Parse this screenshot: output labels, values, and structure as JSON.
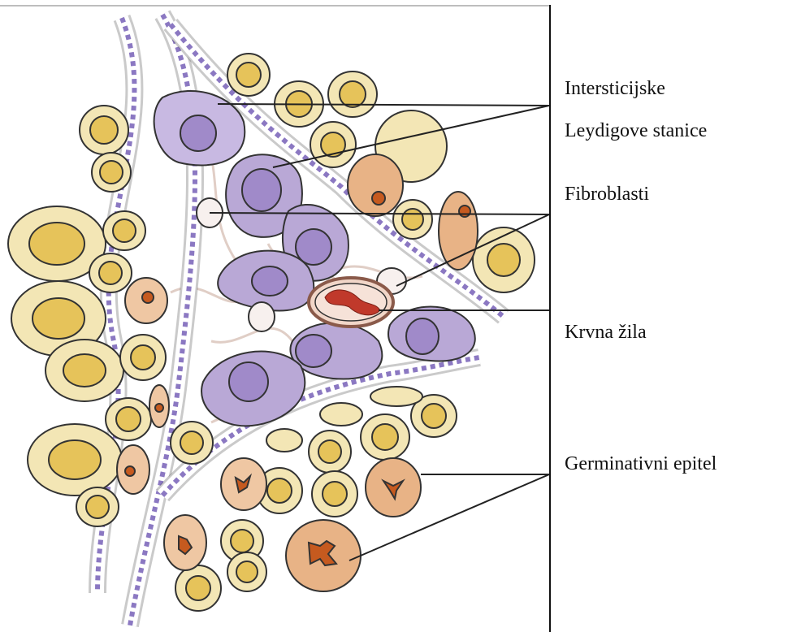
{
  "diagram": {
    "labels": {
      "interstitial_line1": "Intersticijske",
      "interstitial_line2": "Leydigove stanice",
      "fibroblasts": "Fibroblasti",
      "blood_vessel": "Krvna žila",
      "germinal_epithelium": "Germinativni epitel"
    },
    "colors": {
      "germ_cell_fill": "#f3e6b5",
      "germ_cell_nucleus": "#e6c35a",
      "leydig_cell_fill": "#b9a8d6",
      "leydig_nucleus": "#a08ac9",
      "fibrous_strand": "#8b78c2",
      "sertoli_fill": "#e8b386",
      "sertoli_nucleus": "#c65a1f",
      "vessel_fill": "#f1d6c8",
      "vessel_blood": "#c0392b",
      "outline": "#333333"
    }
  }
}
